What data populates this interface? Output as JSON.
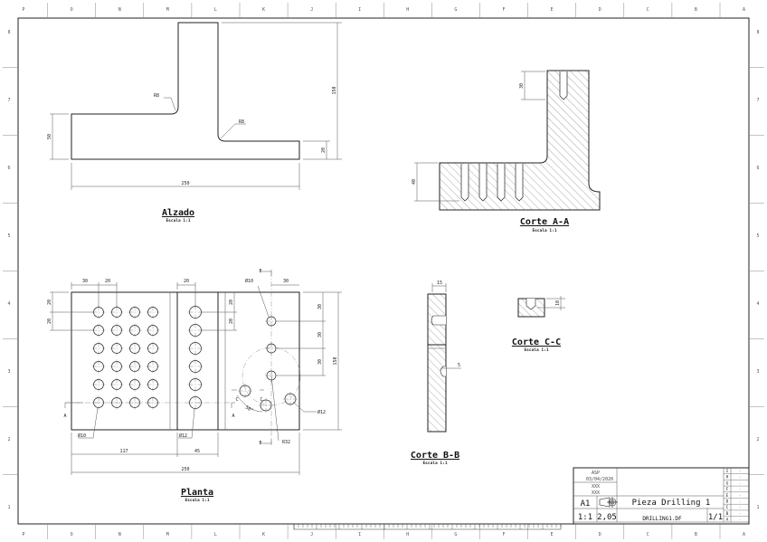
{
  "border": {
    "columns": [
      "P",
      "O",
      "N",
      "M",
      "L",
      "K",
      "J",
      "I",
      "H",
      "G",
      "F",
      "E",
      "D",
      "C",
      "B",
      "A"
    ],
    "rows": [
      "8",
      "7",
      "6",
      "5",
      "4",
      "3",
      "2",
      "1"
    ]
  },
  "views": {
    "alzado": {
      "title": "Alzado",
      "scale": "Escala 1:1",
      "dims": {
        "width": "250",
        "height": "150",
        "left": "50",
        "right": "20",
        "r1": "R8",
        "r2": "R8"
      }
    },
    "corte_aa": {
      "title": "Corte A-A",
      "scale": "Escala 1:1",
      "dims": {
        "top": "30",
        "base": "40"
      }
    },
    "planta": {
      "title": "Planta",
      "scale": "Escala 1:1",
      "dims": {
        "d30a": "30",
        "d20a": "20",
        "d20b": "20",
        "d30b": "30",
        "v20a": "20",
        "v20b": "20",
        "v20c": "20",
        "v20d": "20",
        "v30a": "30",
        "v30b": "30",
        "v30c": "30",
        "v150": "150",
        "d117": "117",
        "d45": "45",
        "d250": "250",
        "phi10a": "Ø10",
        "phi12a": "Ø12",
        "phi10b": "Ø10",
        "phi12b": "Ø12",
        "r32": "R32",
        "angle": "50°",
        "secA": "A",
        "secA2": "A",
        "secB": "B",
        "secB2": "B",
        "secC": "C",
        "secC2": "C"
      }
    },
    "corte_bb": {
      "title": "Corte B-B",
      "scale": "Escala 1:1",
      "dims": {
        "w": "15",
        "d": "5"
      }
    },
    "corte_cc": {
      "title": "Corte C-C",
      "scale": "Escala 1:1",
      "dims": {
        "d": "10"
      }
    }
  },
  "title_block": {
    "designed_by": "ASP",
    "date1": "03/04/2020",
    "checked_by": "XXX",
    "date2": "XXX",
    "size": "A1",
    "scale": "1:1",
    "weight": "2,05",
    "title": "Pieza Drilling 1",
    "file": "DRILLING1.DF",
    "sheet": "1/1",
    "revisions": [
      "I",
      "H",
      "G",
      "F",
      "E",
      "D",
      "C",
      "B",
      "A"
    ]
  }
}
